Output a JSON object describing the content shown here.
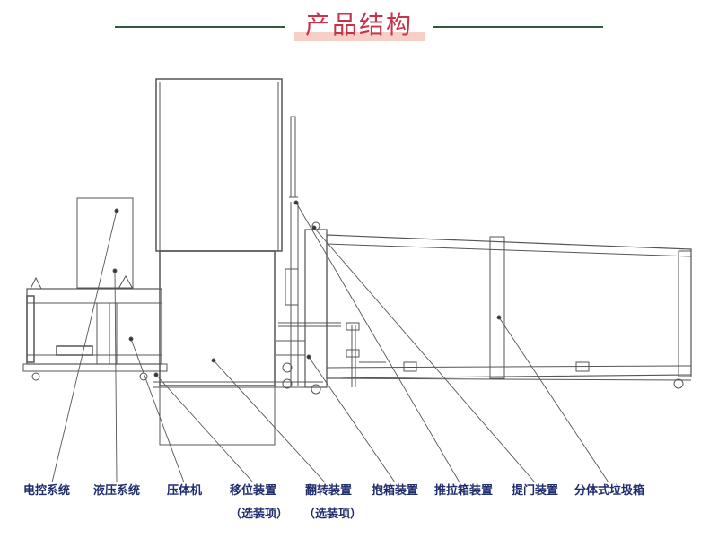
{
  "page": {
    "title": "产品结构"
  },
  "colors": {
    "title": "#c8334a",
    "header_line": "#2c5a3c",
    "label": "#1f2c6e",
    "drawing": "#555555"
  },
  "labels": {
    "electric_control": "电控系统",
    "hydraulic": "液压系统",
    "compactor": "压体机",
    "shifting": "移位装置",
    "shifting_optional": "（选装项）",
    "tipping": "翻转装置",
    "tipping_optional": "（选装项）",
    "box_hugging": "抱箱装置",
    "push_pull": "推拉箱装置",
    "door_lifting": "提门装置",
    "split_bin": "分体式垃圾箱"
  }
}
